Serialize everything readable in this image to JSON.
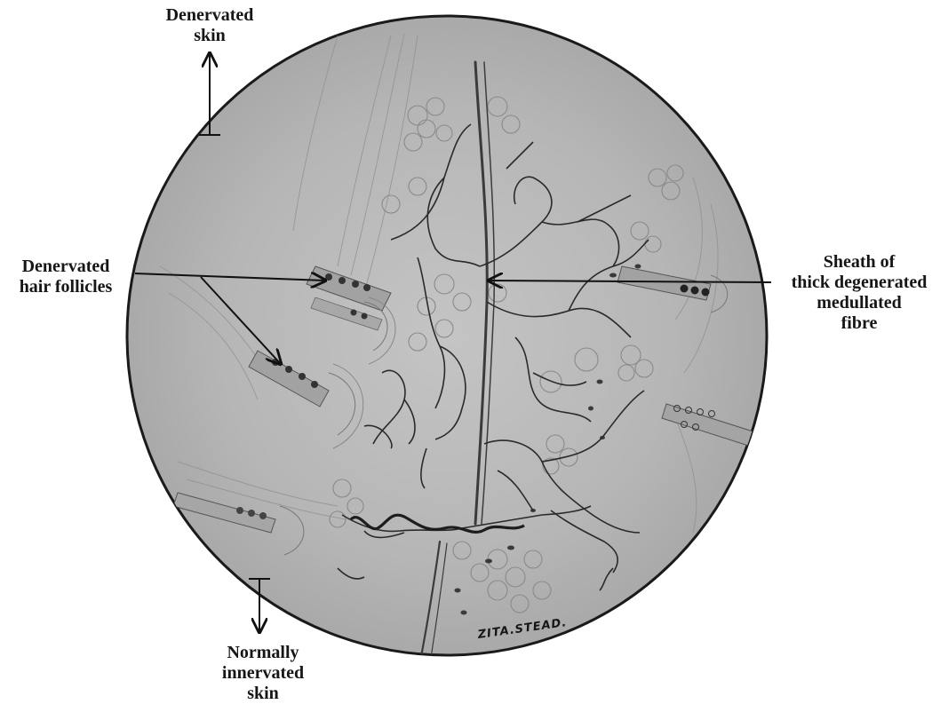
{
  "labels": {
    "denervated_skin": "Denervated\nskin",
    "denervated_hair_follicles": "Denervated\nhair follicles",
    "sheath": "Sheath of\nthick degenerated\nmedullated\nfibre",
    "normally_innervated_skin": "Normally\ninnervated\nskin"
  },
  "signature": "ZITA.STEAD.",
  "colors": {
    "field": "#b9b9b9",
    "ink": "#1a1a1a",
    "fibre": "#2b2b2b",
    "outline": "#555555"
  }
}
